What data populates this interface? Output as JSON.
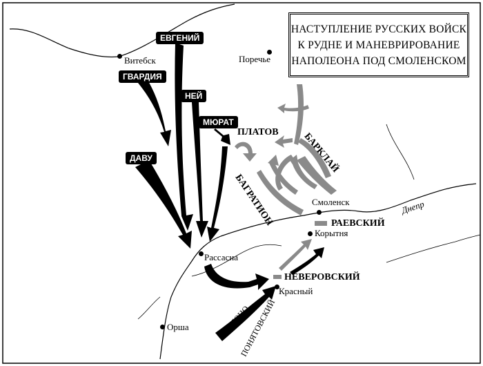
{
  "title": {
    "line1": "НАСТУПЛЕНИЕ РУССКИХ ВОЙСК",
    "line2": "К РУДНЕ И МАНЕВРИРОВАНИЕ",
    "line3": "НАПОЛЕОНА ПОД СМОЛЕНСКОМ"
  },
  "cities": {
    "vitebsk": "Витебск",
    "porechye": "Поречье",
    "smolensk": "Смоленск",
    "korytnya": "Корытня",
    "rassasna": "Рассасна",
    "krasny": "Красный",
    "orsha": "Орша"
  },
  "river": "Днепр",
  "french_corps": {
    "evgeny": "ЕВГЕНИЙ",
    "guard": "ГВАРДИЯ",
    "ney": "НЕЙ",
    "murat": "МЮРАТ",
    "davout": "ДАВУ",
    "junot": "ЖЮНО",
    "poniatowski": "ПОНЯТОВСКИЙ"
  },
  "russian_forces": {
    "platov": "ПЛАТОВ",
    "barclay": "БАРКЛАЙ",
    "bagration": "БАГРАТИОН",
    "raevsky": "РАЕВСКИЙ",
    "neverovsky": "НЕВЕРОВСКИЙ"
  },
  "colors": {
    "french": "#000000",
    "russian": "#8a8a8a",
    "background": "#ffffff"
  }
}
